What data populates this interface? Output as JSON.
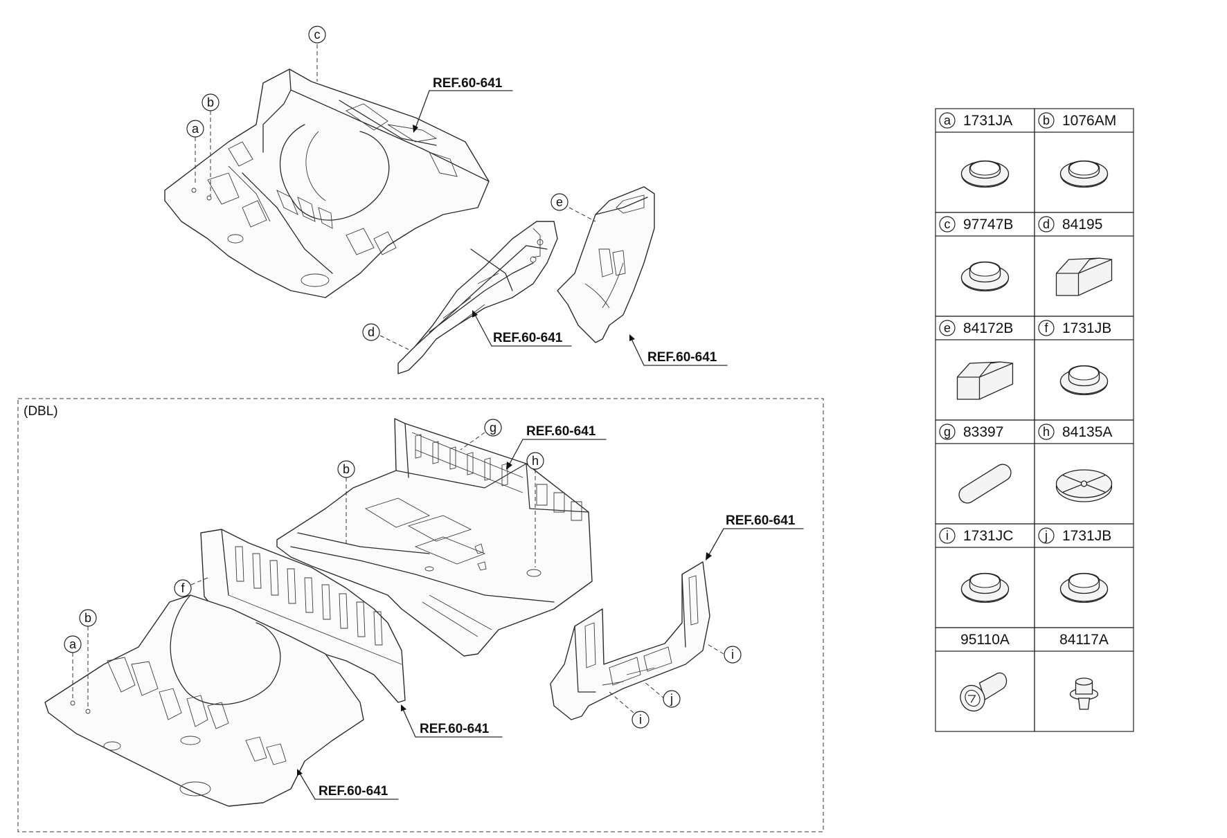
{
  "diagram": {
    "dbl_label": "(DBL)",
    "ref_label": "REF.60-641"
  },
  "callouts": {
    "top": [
      "a",
      "b",
      "c",
      "d",
      "e"
    ],
    "dbl": [
      "a",
      "b",
      "b",
      "f",
      "g",
      "h",
      "i",
      "i",
      "j"
    ]
  },
  "parts_table": {
    "rows": [
      [
        {
          "letter": "a",
          "code": "1731JA",
          "shape": "grommet-flanged"
        },
        {
          "letter": "b",
          "code": "1076AM",
          "shape": "grommet-flanged"
        }
      ],
      [
        {
          "letter": "c",
          "code": "97747B",
          "shape": "grommet-deep"
        },
        {
          "letter": "d",
          "code": "84195",
          "shape": "foam-block"
        }
      ],
      [
        {
          "letter": "e",
          "code": "84172B",
          "shape": "foam-block"
        },
        {
          "letter": "f",
          "code": "1731JB",
          "shape": "grommet-deep"
        }
      ],
      [
        {
          "letter": "g",
          "code": "83397",
          "shape": "oval-plug"
        },
        {
          "letter": "h",
          "code": "84135A",
          "shape": "cross-plug"
        }
      ],
      [
        {
          "letter": "i",
          "code": "1731JC",
          "shape": "grommet-deep"
        },
        {
          "letter": "j",
          "code": "1731JB",
          "shape": "grommet-deep"
        }
      ],
      [
        {
          "letter": "",
          "code": "95110A",
          "shape": "push-clip"
        },
        {
          "letter": "",
          "code": "84117A",
          "shape": "small-clip"
        }
      ]
    ]
  }
}
